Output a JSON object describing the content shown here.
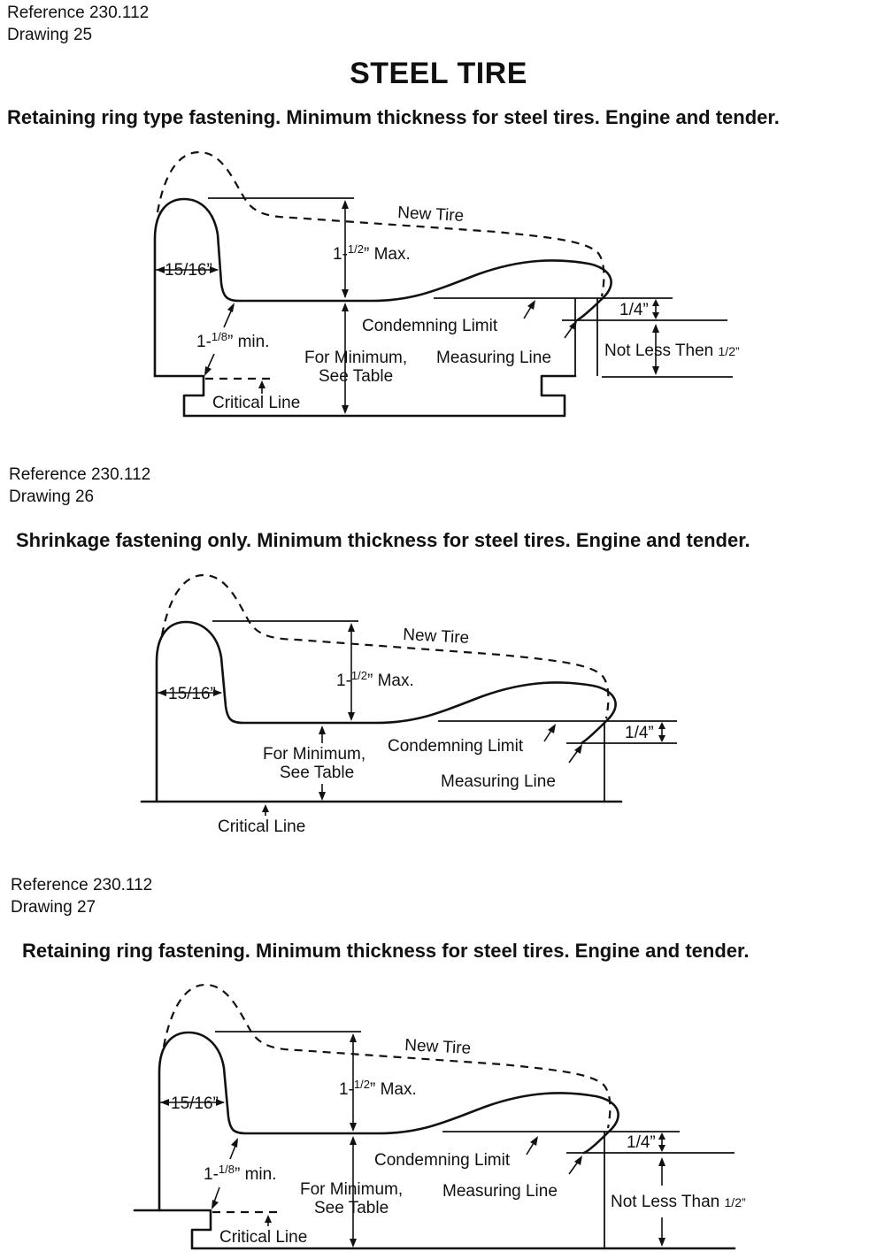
{
  "page_title": "STEEL TIRE",
  "drawings": [
    {
      "reference": "Reference 230.112",
      "drawing": "Drawing 25",
      "caption": "Retaining ring type fastening.  Minimum thickness for steel tires.  Engine and tender.",
      "labels": {
        "new_tire": "New Tire",
        "max_pre": "1-",
        "max_frac": "1/2",
        "max_post": "” Max.",
        "flange": "15/16”",
        "min_pre": "1-",
        "min_frac": "1/8",
        "min_post": "” min.",
        "condemning": "Condemning Limit",
        "measuring": "Measuring Line",
        "for_min": "For Minimum,",
        "see_table": "See Table",
        "critical": "Critical Line",
        "quarter": "1/4”",
        "not_less": "Not Less Then ",
        "not_less_frac": "1/2”"
      }
    },
    {
      "reference": "Reference 230.112",
      "drawing": "Drawing 26",
      "caption": "Shrinkage fastening only.  Minimum thickness for steel tires.  Engine and tender.",
      "labels": {
        "new_tire": "New Tire",
        "max_pre": "1-",
        "max_frac": "1/2",
        "max_post": "” Max.",
        "flange": "15/16”",
        "condemning": "Condemning Limit",
        "measuring": "Measuring Line",
        "for_min": "For Minimum,",
        "see_table": "See Table",
        "critical": "Critical Line",
        "quarter": "1/4”"
      }
    },
    {
      "reference": "Reference 230.112",
      "drawing": "Drawing 27",
      "caption": "Retaining ring fastening.  Minimum thickness for steel tires.  Engine and tender.",
      "labels": {
        "new_tire": "New Tire",
        "max_pre": "1-",
        "max_frac": "1/2",
        "max_post": "” Max.",
        "flange": "15/16”",
        "min_pre": "1-",
        "min_frac": "1/8",
        "min_post": "” min.",
        "condemning": "Condemning Limit",
        "measuring": "Measuring Line",
        "for_min": "For Minimum,",
        "see_table": "See Table",
        "critical": "Critical Line",
        "quarter": "1/4”",
        "not_less": "Not Less Than ",
        "not_less_frac": "1/2”"
      }
    }
  ]
}
